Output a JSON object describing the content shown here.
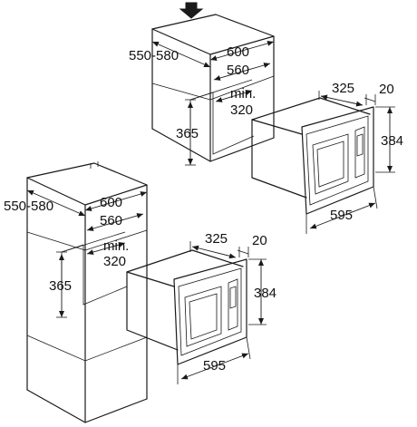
{
  "upper": {
    "cab_depth": "550-580",
    "cab_width_outer": "600",
    "cab_width_inner": "560",
    "niche_min_label": "min.",
    "niche_min_value": "320",
    "niche_height": "365",
    "oven_depth": "325",
    "oven_frame": "20",
    "oven_height": "384",
    "oven_width": "595"
  },
  "lower": {
    "cab_depth": "550-580",
    "cab_width_outer": "600",
    "cab_width_inner": "560",
    "niche_min_label": "min.",
    "niche_min_value": "320",
    "niche_height": "365",
    "oven_depth": "325",
    "oven_frame": "20",
    "oven_height": "384",
    "oven_width": "595"
  },
  "icons": {
    "insert_arrow": "down-arrow-icon"
  },
  "colors": {
    "line": "#1a1a1a",
    "background": "#ffffff"
  }
}
